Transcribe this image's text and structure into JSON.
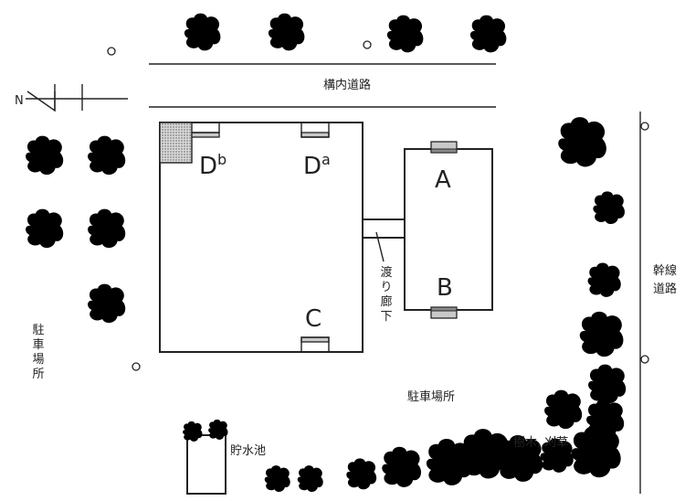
{
  "labels": {
    "premises_road": "構内道路",
    "arterial_road": "幹線道路",
    "parking_main": "駐車場所",
    "parking_left": "駐車場所",
    "corridor": "渡り廊下",
    "reservoir": "貯水池",
    "trees_grass": "樹木, 刈草",
    "north": "N"
  },
  "buildings": {
    "A": "A",
    "B": "B",
    "C": "C",
    "Da_base": "D",
    "Da_sup": "a",
    "Db_base": "D",
    "Db_sup": "b"
  },
  "colors": {
    "ink": "#222222",
    "background": "#ffffff",
    "hatch": "#8a8a8a",
    "door": "#c9c9c9"
  }
}
